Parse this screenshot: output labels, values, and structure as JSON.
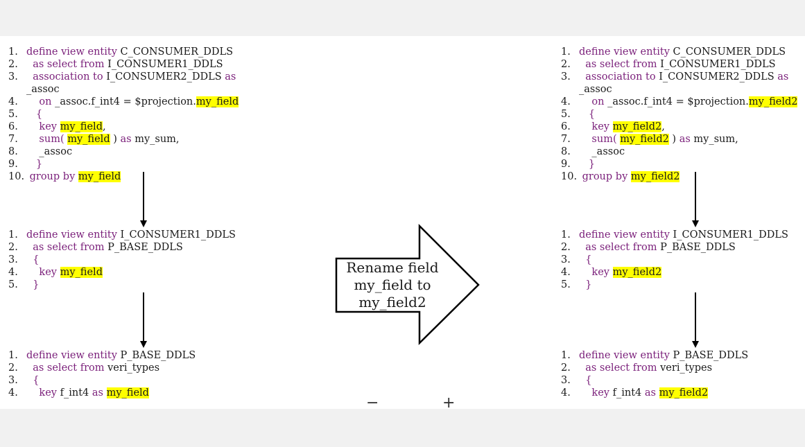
{
  "left": {
    "block1": [
      {
        "n": "1.",
        "segs": [
          {
            "t": "define view entity ",
            "c": "kw"
          },
          {
            "t": "C_CONSUMER_DDLS",
            "c": ""
          }
        ]
      },
      {
        "n": "2.",
        "segs": [
          {
            "t": "  as select from ",
            "c": "kw"
          },
          {
            "t": "I_CONSUMER1_DDLS",
            "c": ""
          }
        ]
      },
      {
        "n": "3.",
        "segs": [
          {
            "t": "  association to ",
            "c": "kw"
          },
          {
            "t": "I_CONSUMER2_DDLS ",
            "c": ""
          },
          {
            "t": "as",
            "c": "kw"
          }
        ]
      },
      {
        "n": "",
        "segs": [
          {
            "t": "_assoc",
            "c": ""
          }
        ]
      },
      {
        "n": "4.",
        "segs": [
          {
            "t": "    on ",
            "c": "kw"
          },
          {
            "t": "_assoc.f_int4 = $projection.",
            "c": ""
          },
          {
            "t": "my_field",
            "c": "hl"
          }
        ]
      },
      {
        "n": "5.",
        "segs": [
          {
            "t": "   {",
            "c": "kw"
          }
        ]
      },
      {
        "n": "6.",
        "segs": [
          {
            "t": "    key ",
            "c": "kw"
          },
          {
            "t": "my_field",
            "c": "hl"
          },
          {
            "t": ",",
            "c": ""
          }
        ]
      },
      {
        "n": "7.",
        "segs": [
          {
            "t": "    sum( ",
            "c": "kw"
          },
          {
            "t": "my_field",
            "c": "hl"
          },
          {
            "t": " ) ",
            "c": ""
          },
          {
            "t": "as ",
            "c": "kw"
          },
          {
            "t": "my_sum,",
            "c": ""
          }
        ]
      },
      {
        "n": "8.",
        "segs": [
          {
            "t": "    _assoc",
            "c": ""
          }
        ]
      },
      {
        "n": "9.",
        "segs": [
          {
            "t": "   }",
            "c": "kw"
          }
        ]
      },
      {
        "n": "10.",
        "segs": [
          {
            "t": " group by ",
            "c": "kw"
          },
          {
            "t": "my_field",
            "c": "hl"
          }
        ]
      }
    ],
    "block2": [
      {
        "n": "1.",
        "segs": [
          {
            "t": "define view entity ",
            "c": "kw"
          },
          {
            "t": "I_CONSUMER1_DDLS",
            "c": ""
          }
        ]
      },
      {
        "n": "2.",
        "segs": [
          {
            "t": "  as select from ",
            "c": "kw"
          },
          {
            "t": "P_BASE_DDLS",
            "c": ""
          }
        ]
      },
      {
        "n": "3.",
        "segs": [
          {
            "t": "  {",
            "c": "kw"
          }
        ]
      },
      {
        "n": "4.",
        "segs": [
          {
            "t": "    key ",
            "c": "kw"
          },
          {
            "t": "my_field",
            "c": "hl"
          }
        ]
      },
      {
        "n": "5.",
        "segs": [
          {
            "t": "  }",
            "c": "kw"
          }
        ]
      }
    ],
    "block3": [
      {
        "n": "1.",
        "segs": [
          {
            "t": "define view entity ",
            "c": "kw"
          },
          {
            "t": "P_BASE_DDLS",
            "c": ""
          }
        ]
      },
      {
        "n": "2.",
        "segs": [
          {
            "t": "  as select from ",
            "c": "kw"
          },
          {
            "t": "veri_types",
            "c": ""
          }
        ]
      },
      {
        "n": "3.",
        "segs": [
          {
            "t": "  {",
            "c": "kw"
          }
        ]
      },
      {
        "n": "4.",
        "segs": [
          {
            "t": "    key ",
            "c": "kw"
          },
          {
            "t": "f_int4 ",
            "c": ""
          },
          {
            "t": "as ",
            "c": "kw"
          },
          {
            "t": "my_field",
            "c": "hl"
          }
        ]
      }
    ]
  },
  "right": {
    "block1": [
      {
        "n": "1.",
        "segs": [
          {
            "t": "define view entity ",
            "c": "kw"
          },
          {
            "t": "C_CONSUMER_DDLS",
            "c": ""
          }
        ]
      },
      {
        "n": "2.",
        "segs": [
          {
            "t": "  as select from ",
            "c": "kw"
          },
          {
            "t": "I_CONSUMER1_DDLS",
            "c": ""
          }
        ]
      },
      {
        "n": "3.",
        "segs": [
          {
            "t": "  association to ",
            "c": "kw"
          },
          {
            "t": "I_CONSUMER2_DDLS ",
            "c": ""
          },
          {
            "t": "as",
            "c": "kw"
          }
        ]
      },
      {
        "n": "",
        "segs": [
          {
            "t": "_assoc",
            "c": ""
          }
        ]
      },
      {
        "n": "4.",
        "segs": [
          {
            "t": "    on ",
            "c": "kw"
          },
          {
            "t": "_assoc.f_int4 = $projection.",
            "c": ""
          },
          {
            "t": "my_field2",
            "c": "hl"
          }
        ]
      },
      {
        "n": "5.",
        "segs": [
          {
            "t": "   {",
            "c": "kw"
          }
        ]
      },
      {
        "n": "6.",
        "segs": [
          {
            "t": "    key ",
            "c": "kw"
          },
          {
            "t": "my_field2",
            "c": "hl"
          },
          {
            "t": ",",
            "c": ""
          }
        ]
      },
      {
        "n": "7.",
        "segs": [
          {
            "t": "    sum( ",
            "c": "kw"
          },
          {
            "t": "my_field2",
            "c": "hl"
          },
          {
            "t": " ) ",
            "c": ""
          },
          {
            "t": "as ",
            "c": "kw"
          },
          {
            "t": "my_sum,",
            "c": ""
          }
        ]
      },
      {
        "n": "8.",
        "segs": [
          {
            "t": "    _assoc",
            "c": ""
          }
        ]
      },
      {
        "n": "9.",
        "segs": [
          {
            "t": "   }",
            "c": "kw"
          }
        ]
      },
      {
        "n": "10.",
        "segs": [
          {
            "t": " group by ",
            "c": "kw"
          },
          {
            "t": "my_field2",
            "c": "hl"
          }
        ]
      }
    ],
    "block2": [
      {
        "n": "1.",
        "segs": [
          {
            "t": "define view entity ",
            "c": "kw"
          },
          {
            "t": "I_CONSUMER1_DDLS",
            "c": ""
          }
        ]
      },
      {
        "n": "2.",
        "segs": [
          {
            "t": "  as select from ",
            "c": "kw"
          },
          {
            "t": "P_BASE_DDLS",
            "c": ""
          }
        ]
      },
      {
        "n": "3.",
        "segs": [
          {
            "t": "  {",
            "c": "kw"
          }
        ]
      },
      {
        "n": "4.",
        "segs": [
          {
            "t": "    key ",
            "c": "kw"
          },
          {
            "t": "my_field2",
            "c": "hl"
          }
        ]
      },
      {
        "n": "5.",
        "segs": [
          {
            "t": "  }",
            "c": "kw"
          }
        ]
      }
    ],
    "block3": [
      {
        "n": "1.",
        "segs": [
          {
            "t": "define view entity ",
            "c": "kw"
          },
          {
            "t": "P_BASE_DDLS",
            "c": ""
          }
        ]
      },
      {
        "n": "2.",
        "segs": [
          {
            "t": "  as select from ",
            "c": "kw"
          },
          {
            "t": "veri_types",
            "c": ""
          }
        ]
      },
      {
        "n": "3.",
        "segs": [
          {
            "t": "  {",
            "c": "kw"
          }
        ]
      },
      {
        "n": "4.",
        "segs": [
          {
            "t": "    key ",
            "c": "kw"
          },
          {
            "t": "f_int4 ",
            "c": ""
          },
          {
            "t": "as ",
            "c": "kw"
          },
          {
            "t": "my_field2",
            "c": "hl"
          }
        ]
      }
    ]
  },
  "center": {
    "line1": "Rename field",
    "line2": "my_field to",
    "line3": "my_field2"
  },
  "zoom": {
    "out": "−",
    "in": "+"
  },
  "colors": {
    "keyword": "#7a1f7a",
    "highlight": "#ffff00"
  }
}
